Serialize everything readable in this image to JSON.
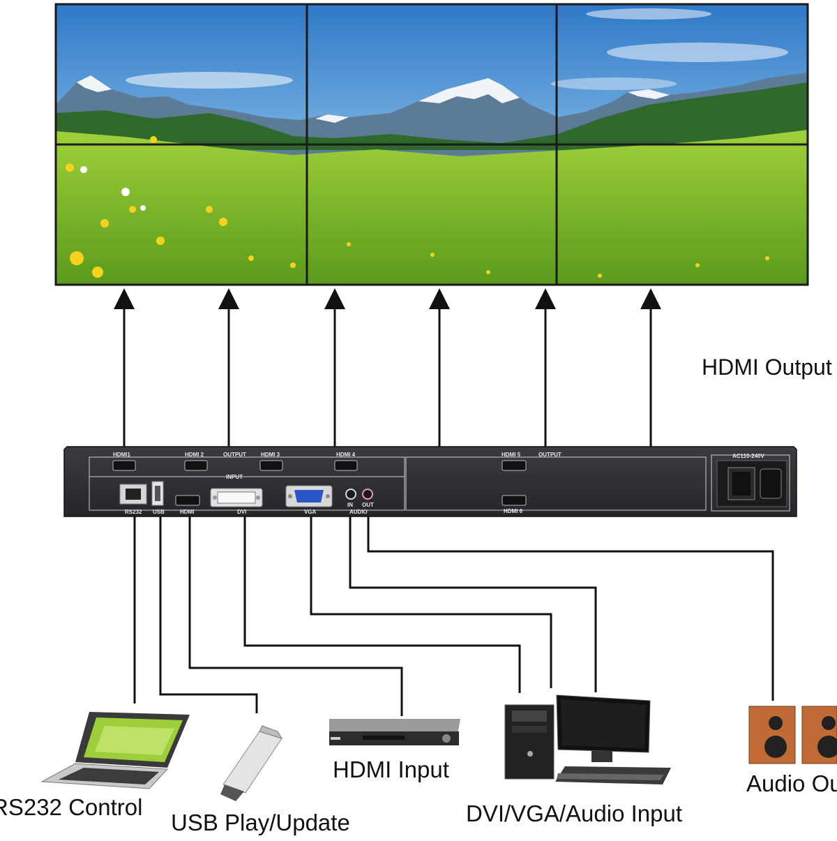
{
  "labels": {
    "hdmi_output": "HDMI Output",
    "rs232_control": "RS232 Control",
    "usb_play_update": "USB Play/Update",
    "hdmi_input": "HDMI Input",
    "dvi_vga_audio_input": "DVI/VGA/Audio Input",
    "audio_output": "Audio Ou"
  },
  "panel": {
    "hdmi1": "HDMI1",
    "hdmi2": "HDMI 2",
    "output_a": "OUTPUT",
    "hdmi3": "HDMI 3",
    "hdmi4": "HDMI 4",
    "hdmi5": "HDMI 5",
    "output_b": "OUTPUT",
    "hdmi6": "HDMI 6",
    "input": "INPUT",
    "rs232": "RS232",
    "usb": "USB",
    "hdmi_in": "HDMI",
    "dvi": "DVI",
    "vga": "VGA",
    "audio": "AUDIO",
    "in": "IN",
    "out": "OUT",
    "power": "AC110-240V"
  },
  "colors": {
    "sky": "#3f86cf",
    "grass": "#7bbf2a",
    "panel": "#2b2d33",
    "line": "#111111"
  }
}
